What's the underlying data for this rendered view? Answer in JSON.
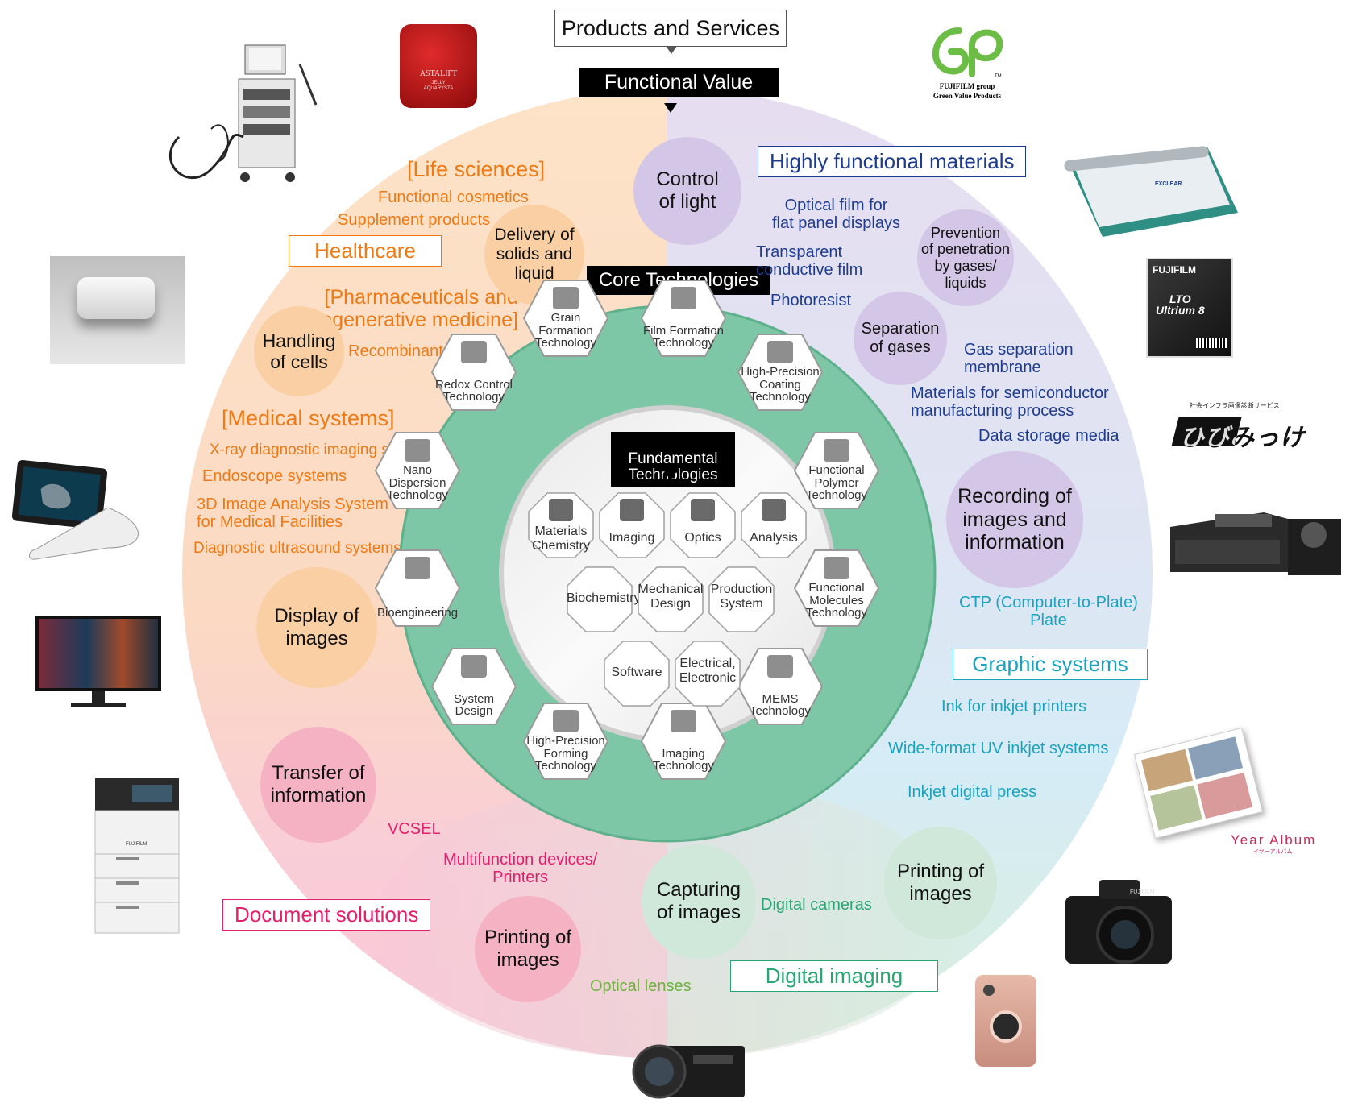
{
  "header": {
    "products_services": "Products and Services",
    "functional_value": "Functional Value",
    "core_technologies": "Core Technologies",
    "fundamental_technologies": "Fundamental\nTechnologies"
  },
  "segments": {
    "healthcare": "Healthcare",
    "highly_functional_materials": "Highly functional materials",
    "graphic_systems": "Graphic systems",
    "digital_imaging": "Digital imaging",
    "document_solutions": "Document solutions"
  },
  "headings": {
    "life_sciences": "[Life sciences]",
    "pharma": "[Pharmaceuticals and\nregenerative medicine]",
    "medical_systems": "[Medical systems]"
  },
  "values": {
    "control_of_light": "Control\nof light",
    "delivery": "Delivery of\nsolids and\nliquid",
    "handling_cells": "Handling\nof cells",
    "prevention": "Prevention\nof penetration\nby gases/\nliquids",
    "separation": "Separation\nof gases",
    "recording": "Recording of\nimages and\ninformation",
    "display": "Display of\nimages",
    "transfer": "Transfer of\ninformation",
    "printing_left": "Printing of\nimages",
    "capturing": "Capturing\nof images",
    "printing_right": "Printing of\nimages"
  },
  "products": {
    "functional_cosmetics": "Functional cosmetics",
    "supplement_products": "Supplement products",
    "recombinant_peptide": "Recombinant peptide",
    "xray": "X-ray diagnostic imaging systems",
    "endoscope": "Endoscope systems",
    "image_analysis": "3D Image Analysis System\nfor Medical Facilities",
    "ultrasound": "Diagnostic ultrasound systems",
    "optical_film": "Optical film for\nflat panel displays",
    "transparent_film": "Transparent\nconductive film",
    "photoresist": "Photoresist",
    "gas_membrane": "Gas separation\nmembrane",
    "semiconductor": "Materials for semiconductor\nmanufacturing process",
    "data_storage": "Data storage media",
    "ctp": "CTP (Computer-to-Plate)\nPlate",
    "ink": "Ink for inkjet printers",
    "uv_inkjet": "Wide-format UV inkjet systems",
    "digital_press": "Inkjet digital press",
    "vcsel": "VCSEL",
    "mfd": "Multifunction devices/\nPrinters",
    "digital_cameras": "Digital cameras",
    "optical_lenses": "Optical lenses"
  },
  "core_tech": [
    "Grain Formation\nTechnology",
    "Film Formation\nTechnology",
    "High-Precision\nCoating\nTechnology",
    "Functional\nPolymer\nTechnology",
    "Functional\nMolecules\nTechnology",
    "MEMS\nTechnology",
    "Imaging\nTechnology",
    "High-Precision\nForming\nTechnology",
    "System\nDesign",
    "Bioengineering",
    "Nano\nDispersion\nTechnology",
    "Redox Control\nTechnology"
  ],
  "fundamental": [
    "Materials\nChemistry",
    "Imaging",
    "Optics",
    "Analysis",
    "Biochemistry",
    "Mechanical\nDesign",
    "Production\nSystem",
    "Software",
    "Electrical,\nElectronic"
  ],
  "logos": {
    "gp_line1": "FUJIFILM group",
    "gp_line2": "Green Value Products",
    "gp_tm": "TM",
    "hibi_small": "社会インフラ画像診断サービス",
    "hibi_main": "ひびみっけ",
    "year_album": "Year Album",
    "year_album_jp": "イヤーアルバム",
    "exclear": "EXCLEAR",
    "fujifilm": "FUJIFILM",
    "lto": "LTO\nUltrium 8",
    "astalift": "ASTALIFT",
    "astalift_sub": "JELLY\nAQUARYSTA"
  },
  "colors": {
    "orange": "#ee7a16",
    "navy": "#1e3c8f",
    "teal": "#1aa3c0",
    "pink": "#e2206e",
    "green": "#2aa673",
    "core_ring": "#7ec7a6"
  }
}
